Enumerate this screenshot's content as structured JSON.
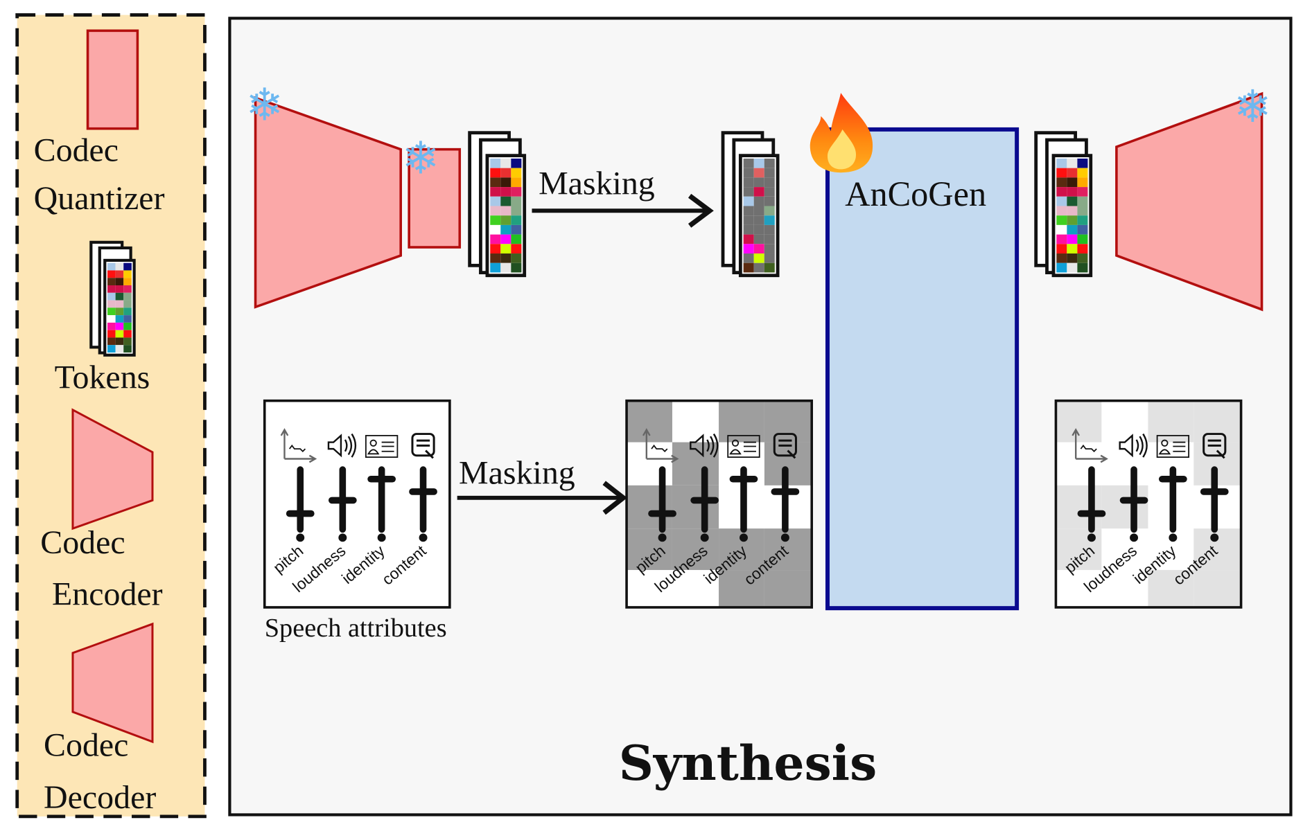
{
  "legend": {
    "quantizer_label_1": "Codec",
    "quantizer_label_2": "Quantizer",
    "tokens_label": "Tokens",
    "encoder_label_1": "Codec",
    "encoder_label_2": "Encoder",
    "decoder_label_1": "Codec",
    "decoder_label_2": "Decoder"
  },
  "main": {
    "title": "Synthesis",
    "model_label": "AnCoGen",
    "masking_top": "Masking",
    "masking_bottom": "Masking",
    "speech_attributes_caption": "Speech  attributes",
    "attributes": [
      "pitch",
      "loudness",
      "identity",
      "content"
    ],
    "frozen_icon": "snowflake-icon",
    "trainable_icon": "flame-icon"
  },
  "colors": {
    "legend_bg": "#fde6b6",
    "codec_fill": "#fba8a8",
    "codec_stroke": "#b30f0f",
    "ancogen_fill": "#c4daf0",
    "ancogen_stroke": "#0a0a8f",
    "snowflake": "#6db8f0",
    "panel_bg": "#f7f7f7"
  },
  "tokens": {
    "full": [
      "#a8c8e8",
      "#e8e8e8",
      "#0a0a80",
      "#ff1010",
      "#e83030",
      "#ffcc00",
      "#5a2a10",
      "#3a1a08",
      "#ffaa00",
      "#d0104a",
      "#d0104a",
      "#e02060",
      "#a8c8e8",
      "#1a5a30",
      "#88aa88",
      "#e8b8c8",
      "#e8b8c8",
      "#88aa88",
      "#40d020",
      "#60a030",
      "#20a080",
      "#ffffff",
      "#10a0c0",
      "#4060a0",
      "#ff10a0",
      "#ff00ff",
      "#20c020",
      "#ff1010",
      "#d0ff00",
      "#ff1010",
      "#5a2a10",
      "#3a2a10",
      "#406020",
      "#10a0d8",
      "#e8e8e8",
      "#205020"
    ],
    "masked": [
      "#707070",
      "#a8c8e8",
      "#707070",
      "#707070",
      "#e06060",
      "#707070",
      "#707070",
      "#707070",
      "#707070",
      "#707070",
      "#d0104a",
      "#707070",
      "#a8c8e8",
      "#707070",
      "#707070",
      "#707070",
      "#707070",
      "#88aa88",
      "#707070",
      "#707070",
      "#20a0c0",
      "#707070",
      "#707070",
      "#707070",
      "#d0104a",
      "#707070",
      "#707070",
      "#ff00ff",
      "#ff10a0",
      "#707070",
      "#707070",
      "#d0ff00",
      "#707070",
      "#5a2a10",
      "#707070",
      "#406020"
    ]
  },
  "attribute_levels": {
    "input": [
      0.6,
      0.4,
      0.08,
      0.27
    ]
  }
}
